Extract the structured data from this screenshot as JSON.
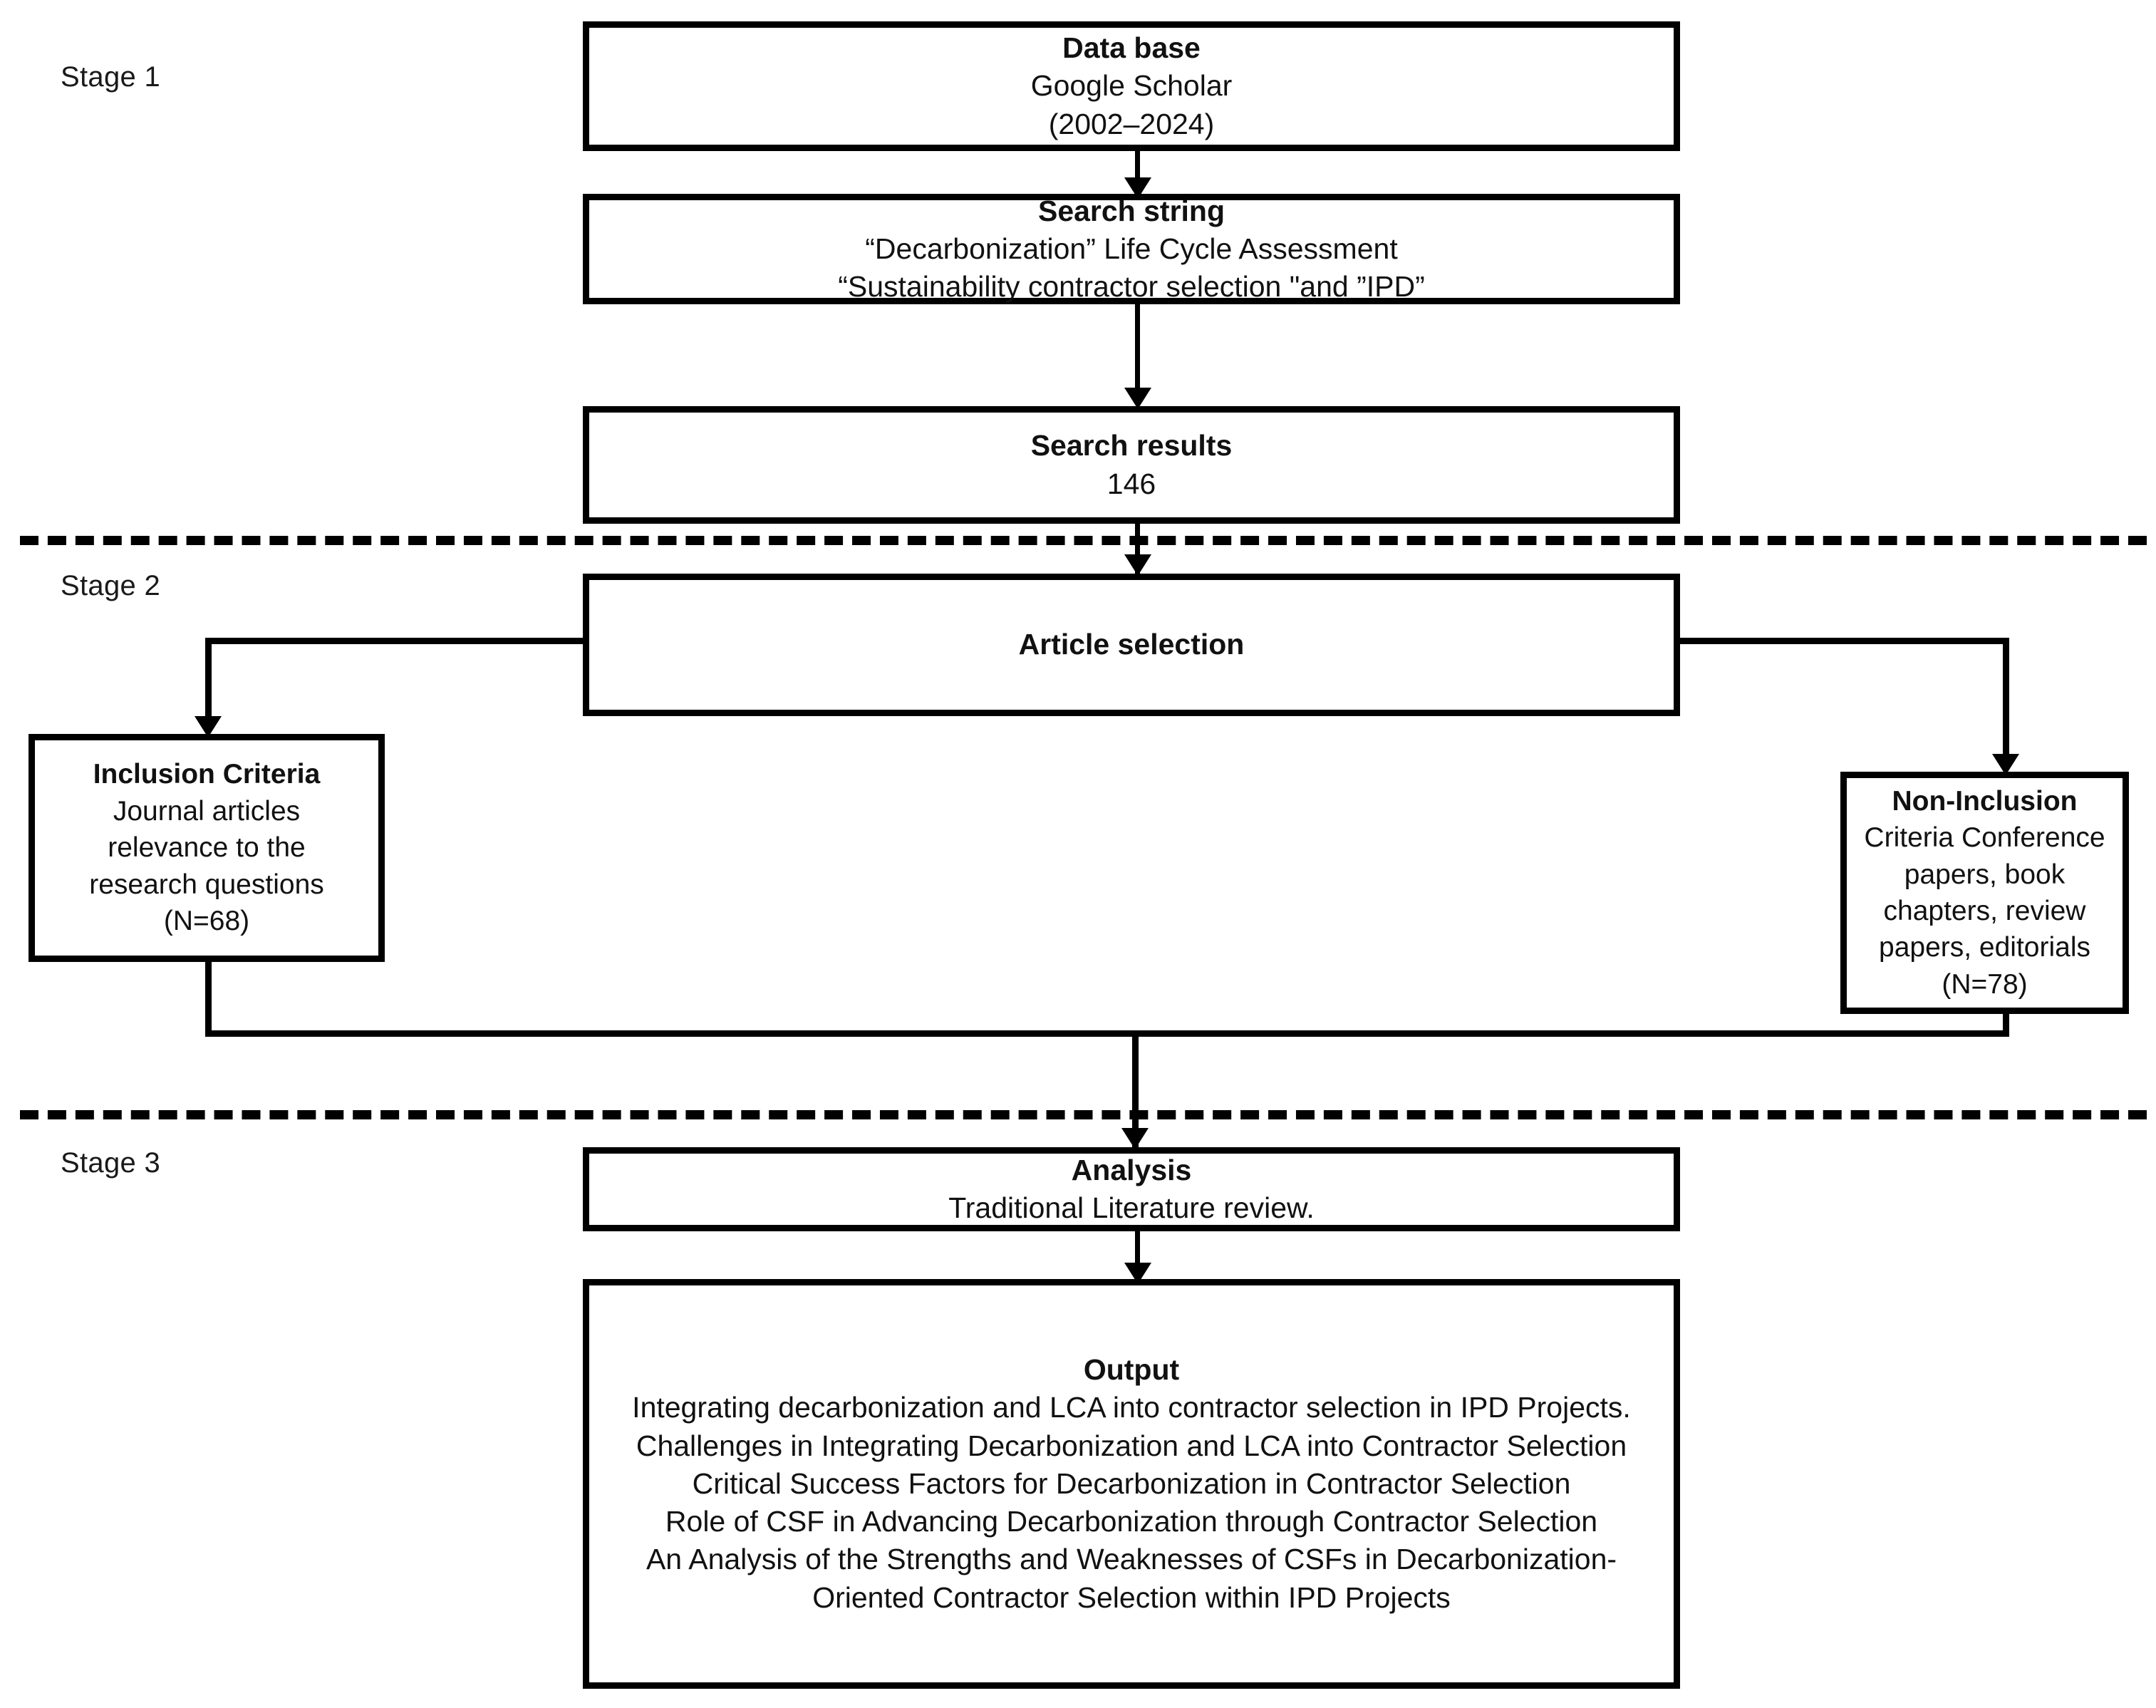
{
  "diagram": {
    "title": "Literature review methodology flowchart",
    "background_color": "#ffffff",
    "line_color": "#000000",
    "stages": [
      {
        "label": "Stage 1"
      },
      {
        "label": "Stage 2"
      },
      {
        "label": "Stage 3"
      }
    ],
    "nodes": {
      "database": {
        "title": "Data base",
        "line2": "Google Scholar",
        "line3": "(2002–2024)"
      },
      "search_string": {
        "title": "Search string",
        "line2": "“Decarbonization” Life Cycle Assessment",
        "line3": "“Sustainability  contractor selection \"and ”IPD”"
      },
      "search_results": {
        "title": "Search results",
        "line2": "146"
      },
      "article_selection": {
        "title": "Article selection"
      },
      "inclusion_criteria": {
        "title": "Inclusion Criteria",
        "line2": "Journal articles",
        "line3": "relevance to the",
        "line4": "research questions",
        "line5": "(N=68)"
      },
      "non_inclusion_criteria": {
        "title": "Non-Inclusion",
        "line2": "Criteria Conference",
        "line3": "papers, book",
        "line4": "chapters, review",
        "line5": "papers, editorials",
        "line6": "(N=78)"
      },
      "analysis": {
        "title": "Analysis",
        "line2": "Traditional Literature review."
      },
      "output": {
        "title": "Output",
        "line2": "Integrating decarbonization and LCA into contractor selection in IPD Projects.",
        "line3": "Challenges in Integrating Decarbonization and LCA into Contractor Selection",
        "line4": "Critical Success Factors for Decarbonization in Contractor Selection",
        "line5": "Role of CSF in Advancing Decarbonization through Contractor Selection",
        "line6": "An Analysis of the Strengths and Weaknesses of CSFs in Decarbonization-",
        "line7": "Oriented Contractor Selection within IPD Projects"
      }
    }
  }
}
